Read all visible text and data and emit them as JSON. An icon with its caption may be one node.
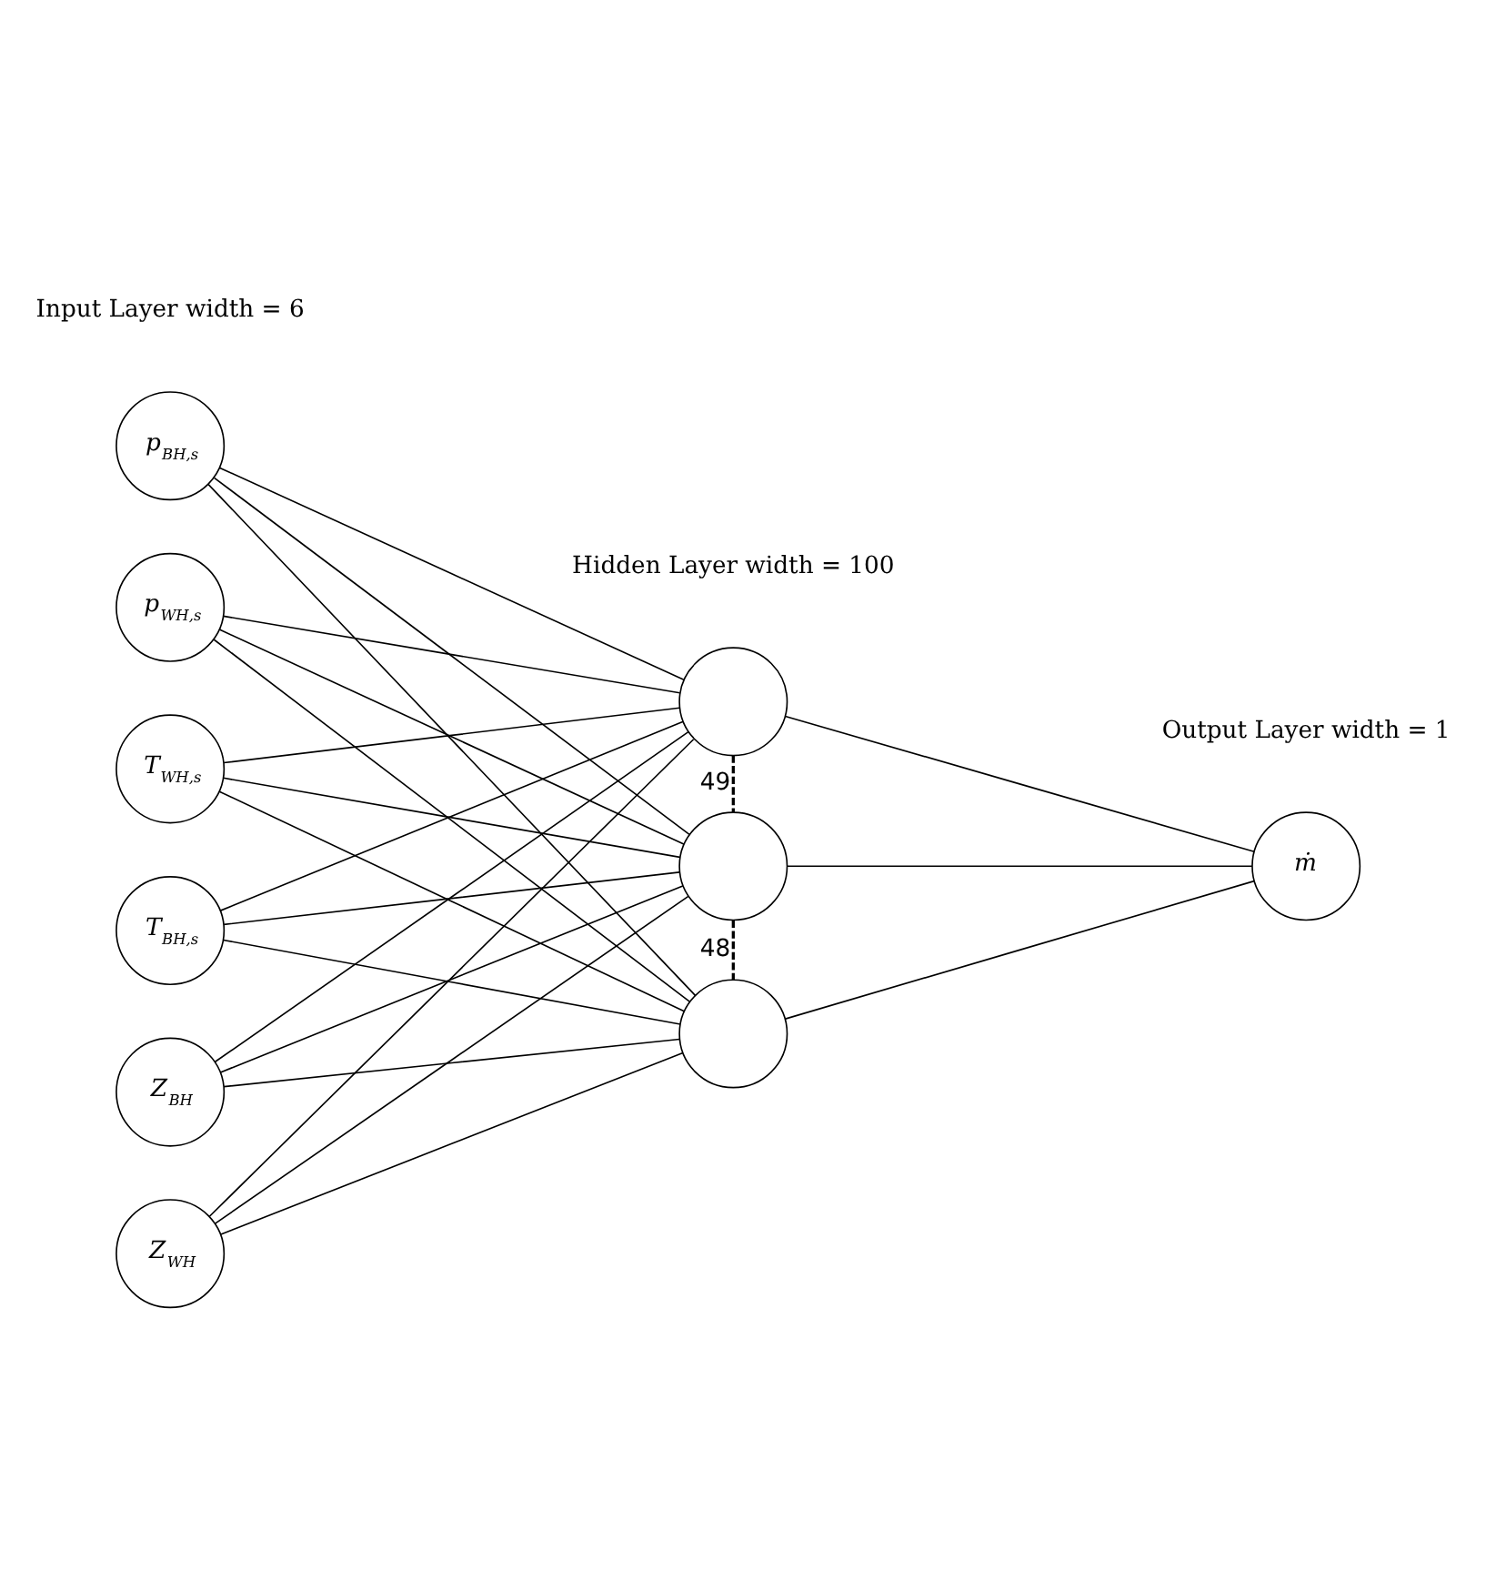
{
  "diagram": {
    "nodes": [
      {
        "text": [
          "*p*$_{BH,s}$"
        ]
      },
      {
        "text": [
          "*p*$_{WH,s}$"
        ]
      },
      {
        "text": [
          "*T*$_{WH,s}$"
        ]
      },
      {
        "text": [
          "*T*$_{BH,s}$"
        ]
      },
      {
        "text": [
          "*Z*$_{BH}$"
        ]
      },
      {
        "text": [
          "*Z*$_{WH}$"
        ]
      },
      {
        "text": [],
        "shape": "circle"
      },
      {
        "text": [],
        "shape": "circle"
      },
      {
        "text": [],
        "shape": "circle"
      },
      {
        "text": [
          "*ṁ*"
        ]
      }
    ],
    "edges": [
      {
        "from": 0,
        "to": 6,
        "arrow": "none"
      },
      {
        "from": 0,
        "to": 7,
        "arrow": "none"
      },
      {
        "from": 0,
        "to": 8,
        "arrow": "none"
      },
      {
        "from": 1,
        "to": 6,
        "arrow": "none"
      },
      {
        "from": 1,
        "to": 7,
        "arrow": "none"
      },
      {
        "from": 1,
        "to": 8,
        "arrow": "none"
      },
      {
        "from": 2,
        "to": 6,
        "arrow": "none"
      },
      {
        "from": 2,
        "to": 7,
        "arrow": "none"
      },
      {
        "from": 2,
        "to": 8,
        "arrow": "none"
      },
      {
        "from": 3,
        "to": 6,
        "arrow": "none"
      },
      {
        "from": 3,
        "to": 7,
        "arrow": "none"
      },
      {
        "from": 3,
        "to": 8,
        "arrow": "none"
      },
      {
        "from": 4,
        "to": 6,
        "arrow": "none"
      },
      {
        "from": 4,
        "to": 7,
        "arrow": "none"
      },
      {
        "from": 4,
        "to": 8,
        "arrow": "none"
      },
      {
        "from": 5,
        "to": 6,
        "arrow": "none"
      },
      {
        "from": 5,
        "to": 7,
        "arrow": "none"
      },
      {
        "from": 5,
        "to": 8,
        "arrow": "none"
      },
      {
        "from": 6,
        "to": 7,
        "arrow": "none",
        "style": "dashed",
        "label": "49"
      },
      {
        "from": 7,
        "to": 8,
        "arrow": "none",
        "style": "dashed",
        "label": "48"
      },
      {
        "from": 6,
        "to": 9,
        "arrow": "none"
      },
      {
        "from": 7,
        "to": 9,
        "arrow": "none"
      },
      {
        "from": 8,
        "to": 9,
        "arrow": "none"
      }
    ],
    "labels": [
      "Input Layer width = 6",
      "Hidden Layer width = 100",
      "Output Layer width = 1"
    ]
  }
}
